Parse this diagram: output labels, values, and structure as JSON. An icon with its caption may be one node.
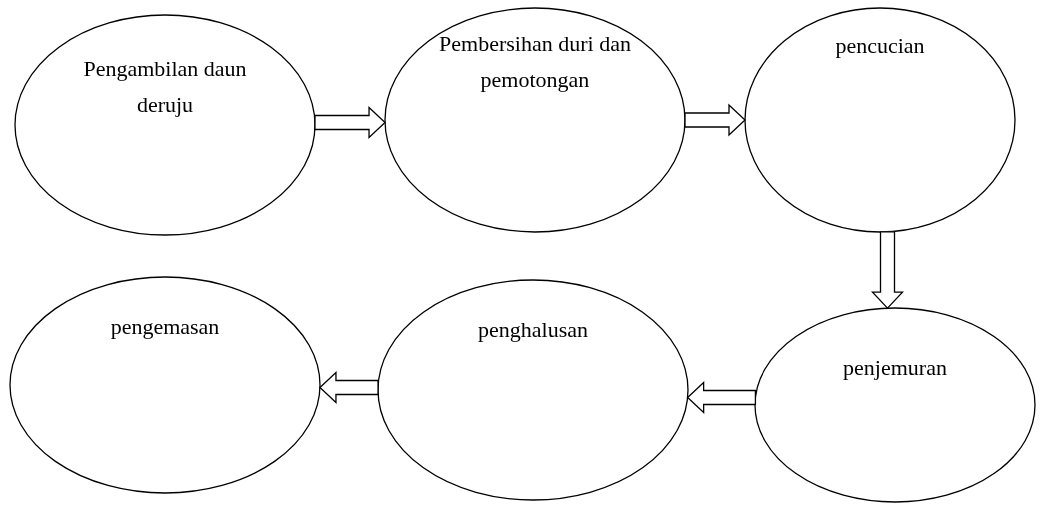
{
  "diagram": {
    "nodes": [
      {
        "text": [
          "Pengambilan daun deruju"
        ]
      },
      {
        "text": [
          "Pembersihan duri dan pemotongan"
        ]
      },
      {
        "text": [
          "pencucian"
        ]
      },
      {
        "text": [
          "penjemuran"
        ]
      },
      {
        "text": [
          "penghalusan"
        ]
      },
      {
        "text": [
          "pengemasan"
        ]
      }
    ],
    "edges": [
      {
        "from": 0,
        "to": 1,
        "arrow": "to"
      },
      {
        "from": 1,
        "to": 2,
        "arrow": "to"
      },
      {
        "from": 2,
        "to": 3,
        "arrow": "to"
      },
      {
        "from": 3,
        "to": 4,
        "arrow": "to"
      },
      {
        "from": 4,
        "to": 5,
        "arrow": "to"
      }
    ]
  }
}
